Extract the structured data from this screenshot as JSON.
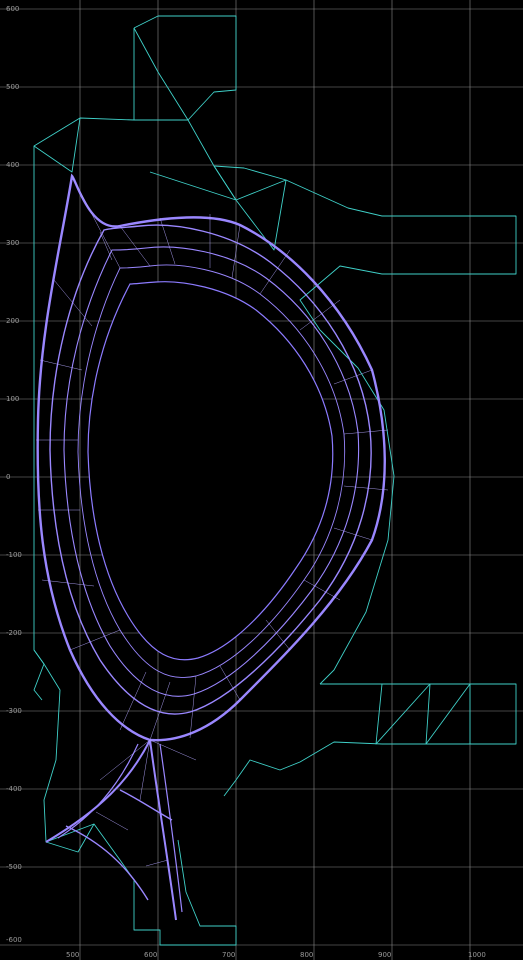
{
  "x_axis": {
    "ticks": [
      "500",
      "600",
      "700",
      "800",
      "900",
      "1000"
    ]
  },
  "y_axis": {
    "ticks": [
      "600",
      "500",
      "400",
      "300",
      "200",
      "100",
      "0",
      "-100",
      "-200",
      "-300",
      "-400",
      "-500",
      "-600"
    ]
  },
  "colors": {
    "background": "#000000",
    "grid": "#8a8a8a",
    "wall_mesh": "#3fd0c8",
    "plasma_mesh": "#9a87ff"
  }
}
